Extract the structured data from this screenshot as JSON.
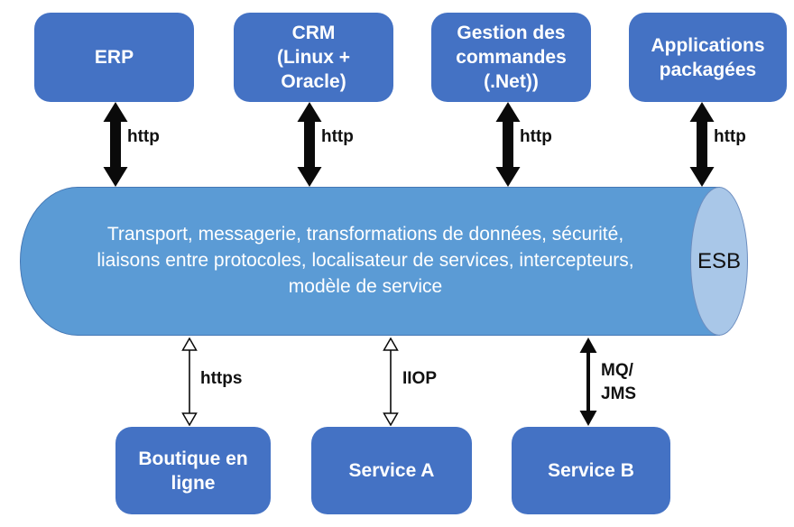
{
  "diagram": {
    "colors": {
      "background": "#ffffff",
      "box_fill": "#4472C4",
      "box_text": "#ffffff",
      "cylinder_fill": "#5B9BD5",
      "cylinder_cap_fill": "#A9C7E8",
      "cylinder_text": "#ffffff",
      "arrow_color": "#0a0a0a",
      "label_color": "#111111"
    },
    "top_boxes": [
      {
        "id": "erp",
        "label": "ERP"
      },
      {
        "id": "crm",
        "label": "CRM\n(Linux +\nOracle)"
      },
      {
        "id": "order-management",
        "label": "Gestion des\ncommandes\n(.Net))"
      },
      {
        "id": "packaged-apps",
        "label": "Applications\npackagées"
      }
    ],
    "top_connections": [
      {
        "protocol": "http"
      },
      {
        "protocol": "http"
      },
      {
        "protocol": "http"
      },
      {
        "protocol": "http"
      }
    ],
    "esb": {
      "description": "Transport, messagerie, transformations de données, sécurité,\nliaisons entre protocoles, localisateur de services, intercepteurs,\nmodèle de service",
      "cap_label": "ESB"
    },
    "bottom_connections": [
      {
        "protocol": "https"
      },
      {
        "protocol": "IIOP"
      },
      {
        "protocol": "MQ/\nJMS"
      }
    ],
    "bottom_boxes": [
      {
        "id": "online-shop",
        "label": "Boutique en\nligne"
      },
      {
        "id": "service-a",
        "label": "Service A"
      },
      {
        "id": "service-b",
        "label": "Service B"
      }
    ]
  }
}
